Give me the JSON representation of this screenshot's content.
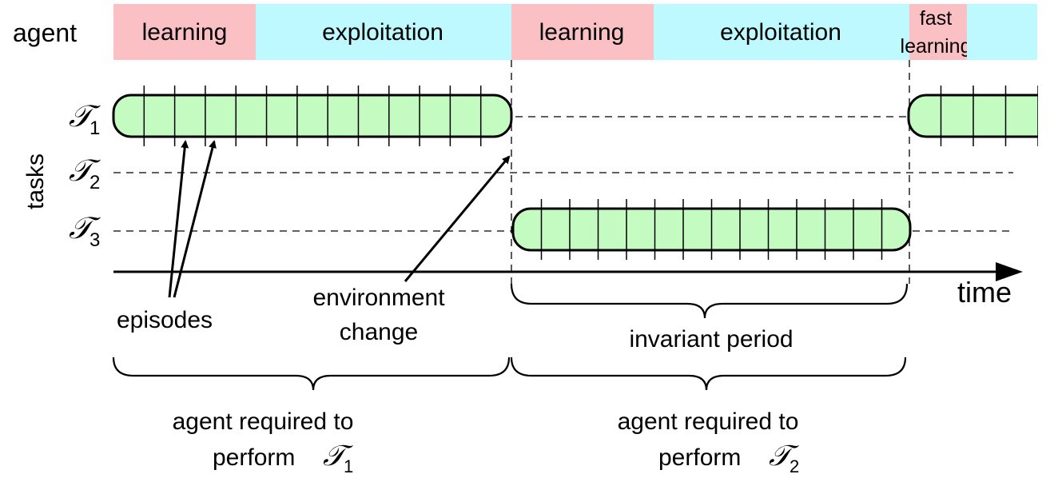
{
  "agent_row": {
    "label": "agent",
    "phases": [
      {
        "label": "learning",
        "kind": "learning"
      },
      {
        "label": "exploitation",
        "kind": "exploitation"
      },
      {
        "label": "learning",
        "kind": "learning"
      },
      {
        "label": "exploitation",
        "kind": "exploitation"
      },
      {
        "label_lines": [
          "fast",
          "learning"
        ],
        "kind": "learning"
      },
      {
        "label": "",
        "kind": "exploitation"
      }
    ]
  },
  "tasks_axis": {
    "label": "tasks",
    "rows": [
      {
        "symbol": "𝒯",
        "sub": "1"
      },
      {
        "symbol": "𝒯",
        "sub": "2"
      },
      {
        "symbol": "𝒯",
        "sub": "3"
      }
    ]
  },
  "time_axis": {
    "label": "time"
  },
  "episode_blocks": [
    {
      "task": "1",
      "episodes": 13
    },
    {
      "task": "3",
      "episodes": 14
    },
    {
      "task": "1",
      "episodes": 4
    }
  ],
  "annotations": {
    "episodes": "episodes",
    "environment_change": [
      "environment",
      "change"
    ],
    "invariant_period": "invariant period"
  },
  "requirements": [
    {
      "line1": "agent required to",
      "line2": "perform",
      "symbol": "𝒯",
      "sub": "1"
    },
    {
      "line1": "agent required to",
      "line2": "perform",
      "symbol": "𝒯",
      "sub": "2"
    }
  ],
  "colors": {
    "learning": "#fbc0c3",
    "exploitation": "#bdf9ff",
    "episode_fill": "#c3fbc1"
  }
}
